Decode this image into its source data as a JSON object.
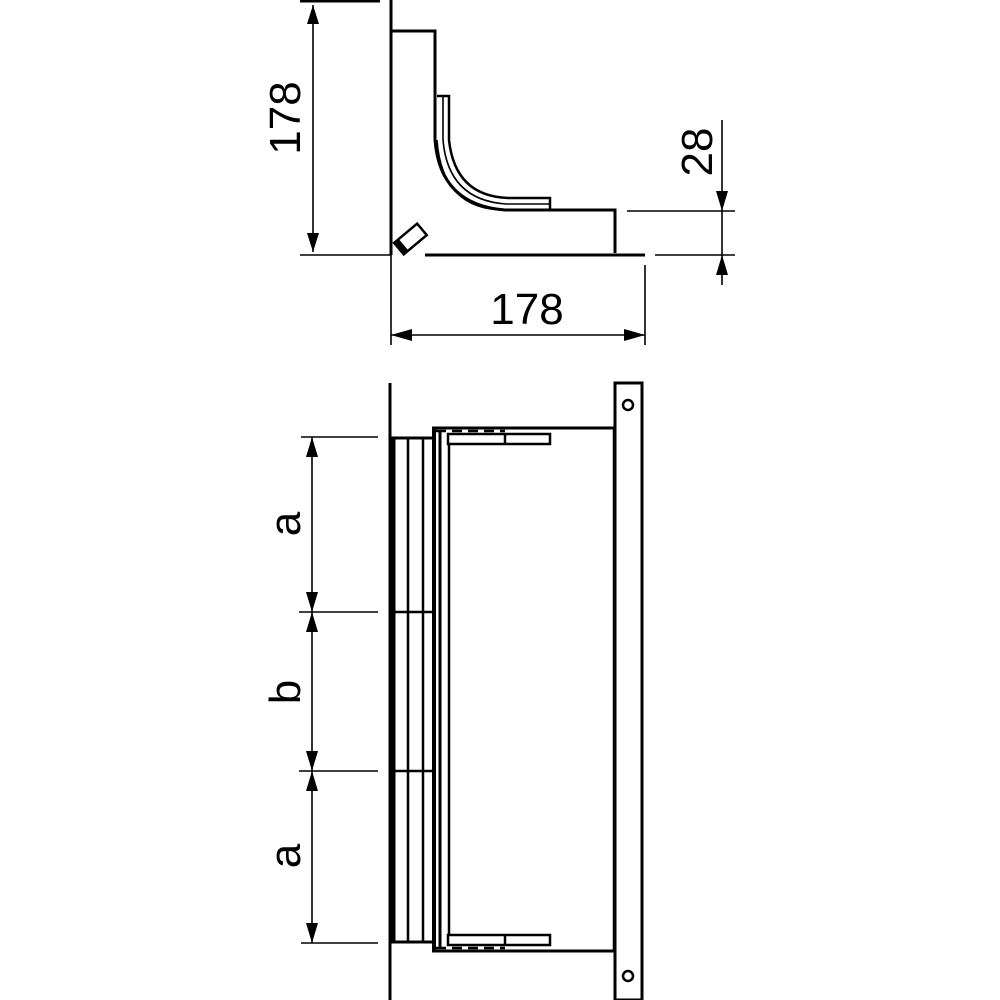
{
  "drawing": {
    "title": "Cable tray corner piece technical drawing",
    "colors": {
      "line": "#000000",
      "background": "#ffffff"
    },
    "side_view": {
      "dimensions": {
        "height": "178",
        "width": "178",
        "base_height": "28"
      }
    },
    "top_view": {
      "dimensions": {
        "segment_top": "a",
        "segment_middle": "b",
        "segment_bottom": "a"
      }
    }
  }
}
